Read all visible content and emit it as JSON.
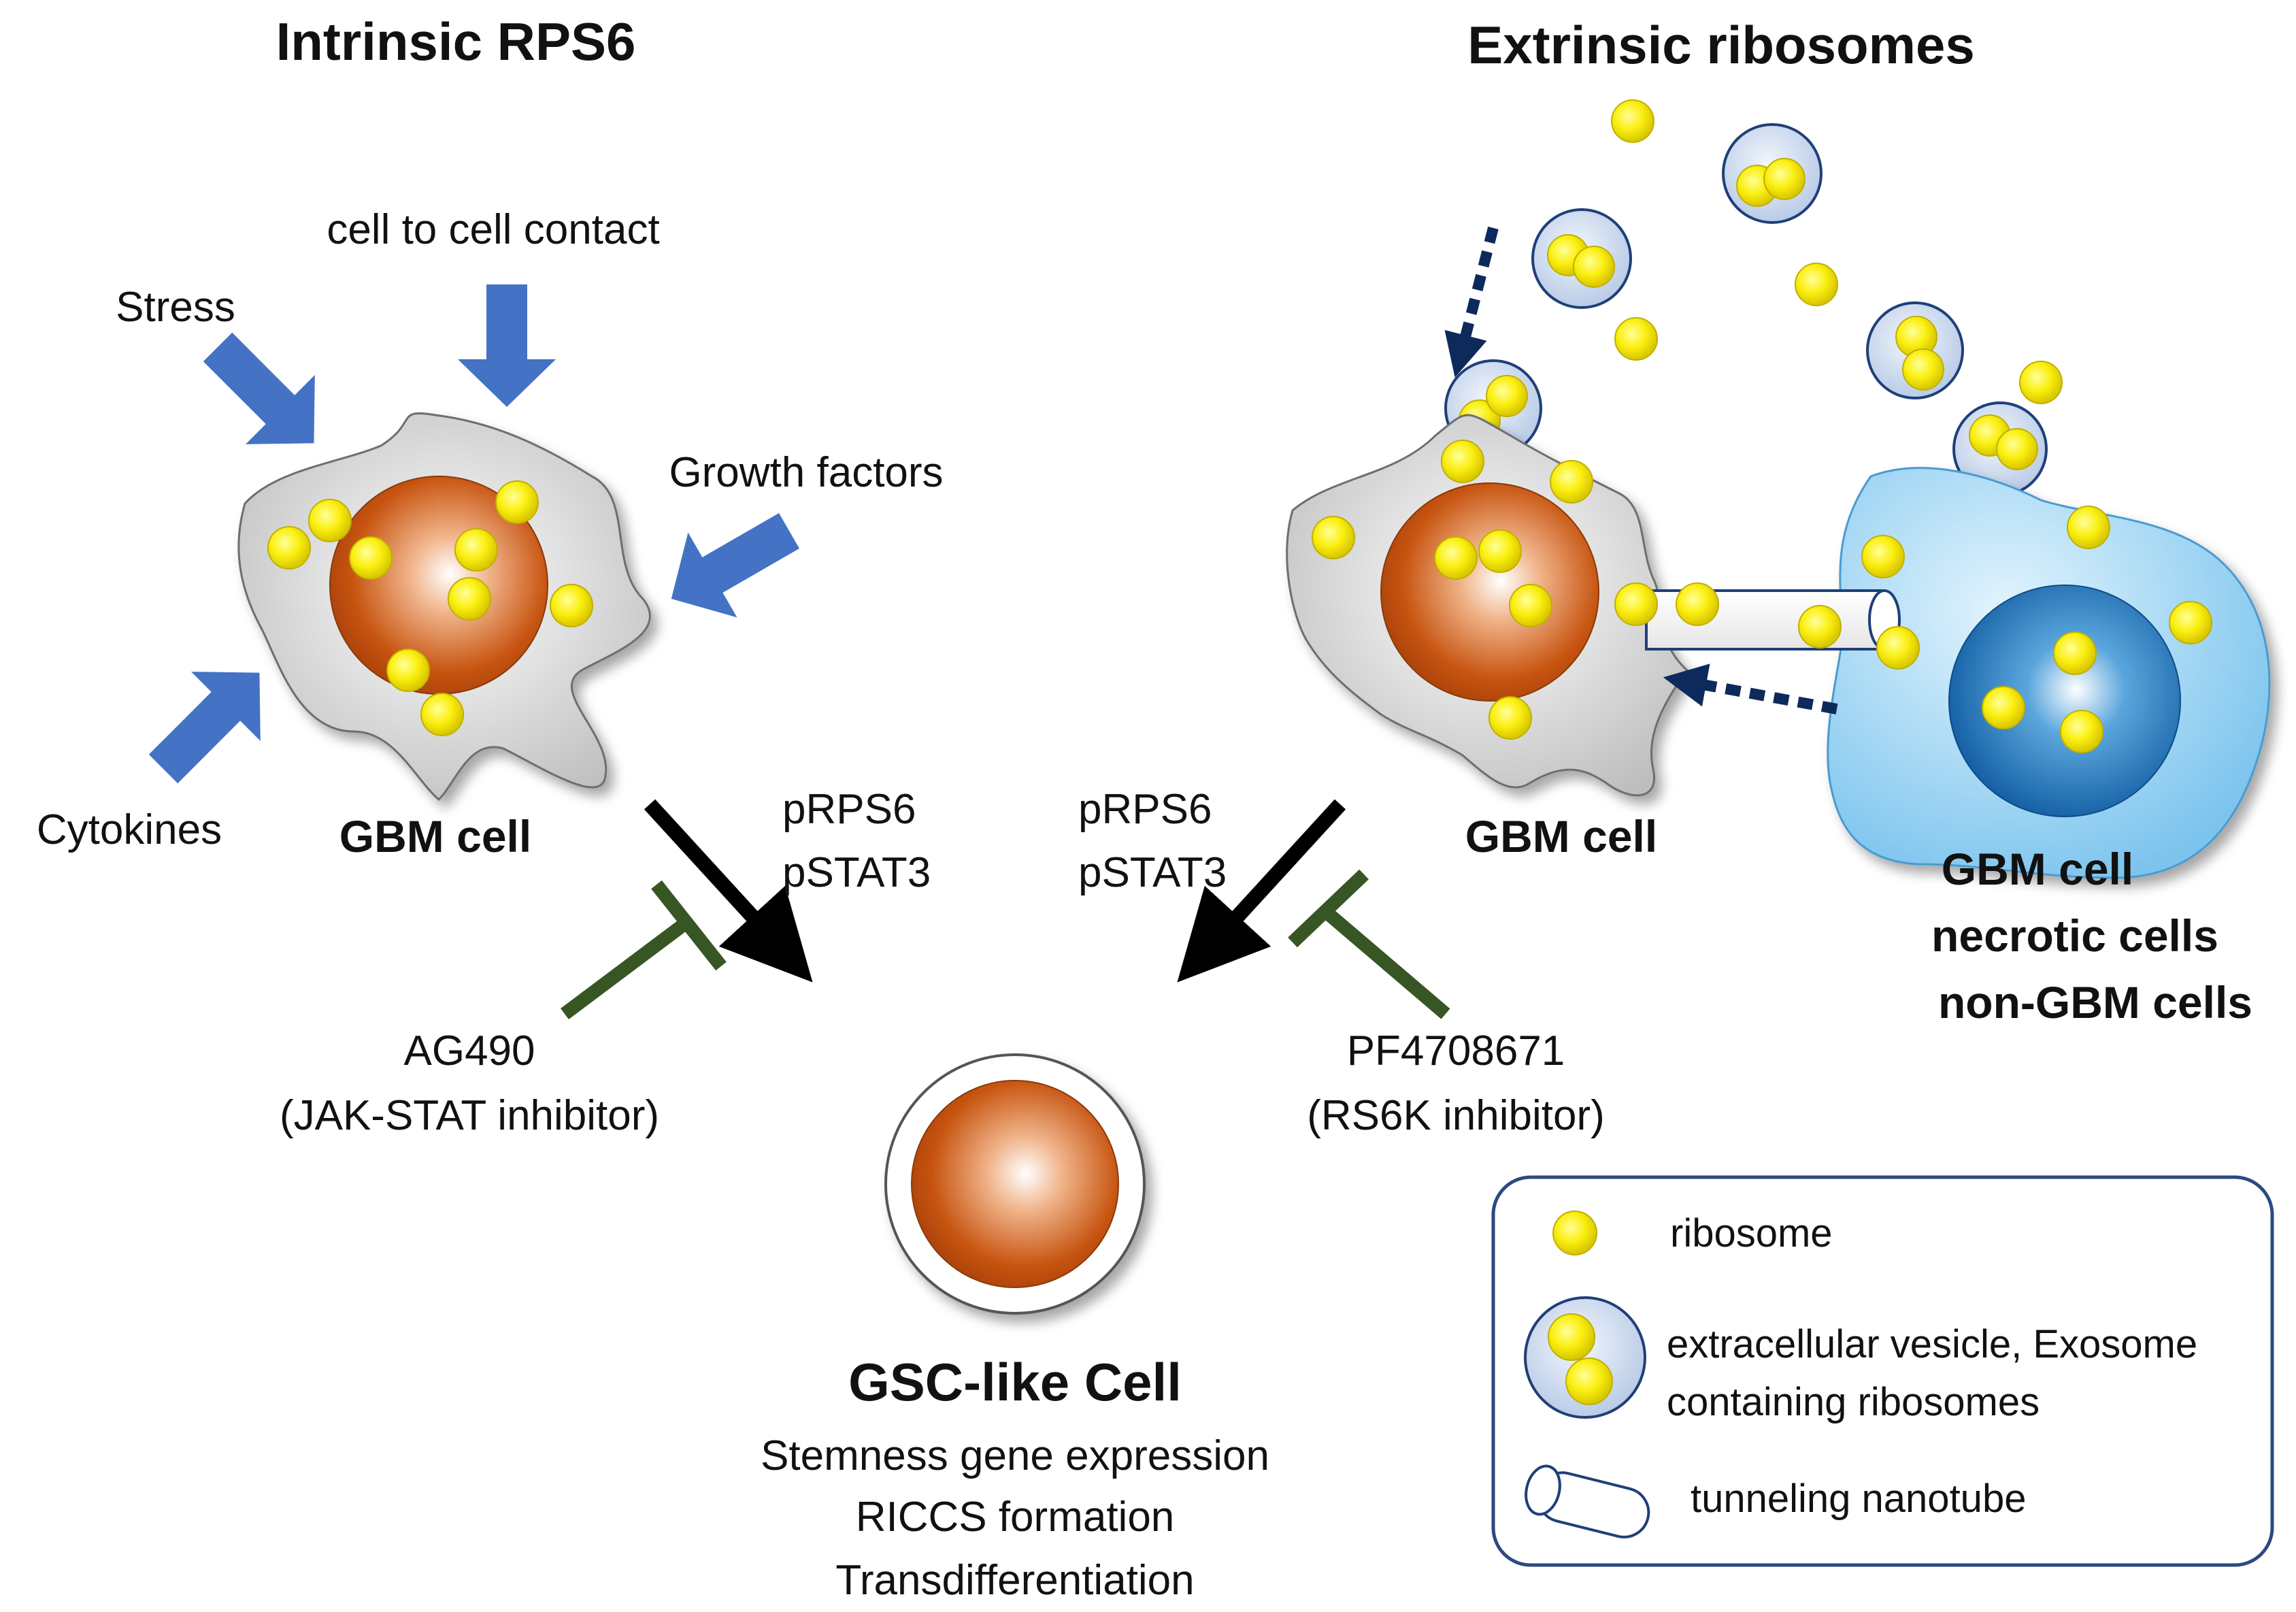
{
  "titles": {
    "left": "Intrinsic RPS6",
    "right": "Extrinsic ribosomes"
  },
  "stimuli": {
    "stress": "Stress",
    "contact": "cell to cell contact",
    "growth": "Growth factors",
    "cytokines": "Cytokines"
  },
  "cells": {
    "left_label": "GBM cell",
    "right_label": "GBM cell",
    "donor_lines": [
      "GBM cell",
      "necrotic cells",
      "non-GBM cells"
    ]
  },
  "signals": {
    "left": [
      "pRPS6",
      "pSTAT3"
    ],
    "right": [
      "pRPS6",
      "pSTAT3"
    ]
  },
  "inhibitors": {
    "left": [
      "AG490",
      "(JAK-STAT inhibitor)"
    ],
    "right": [
      "PF4708671",
      "(RS6K inhibitor)"
    ]
  },
  "outcome": {
    "title": "GSC-like Cell",
    "lines": [
      "Stemness gene expression",
      "RICCS formation",
      "Transdifferentiation"
    ]
  },
  "legend": {
    "ribosome": "ribosome",
    "vesicle": [
      "extracellular vesicle, Exosome",
      "containing ribosomes"
    ],
    "nanotube": "tunneling nanotube"
  },
  "colors": {
    "stimulus_arrow": "#4472c4",
    "inhibitor": "#375623",
    "dashed_arrow": "#0e2a5c",
    "ribosome": "#f5e800",
    "nucleus": "#c5500e",
    "donor_cell": "#8fd0f2"
  }
}
